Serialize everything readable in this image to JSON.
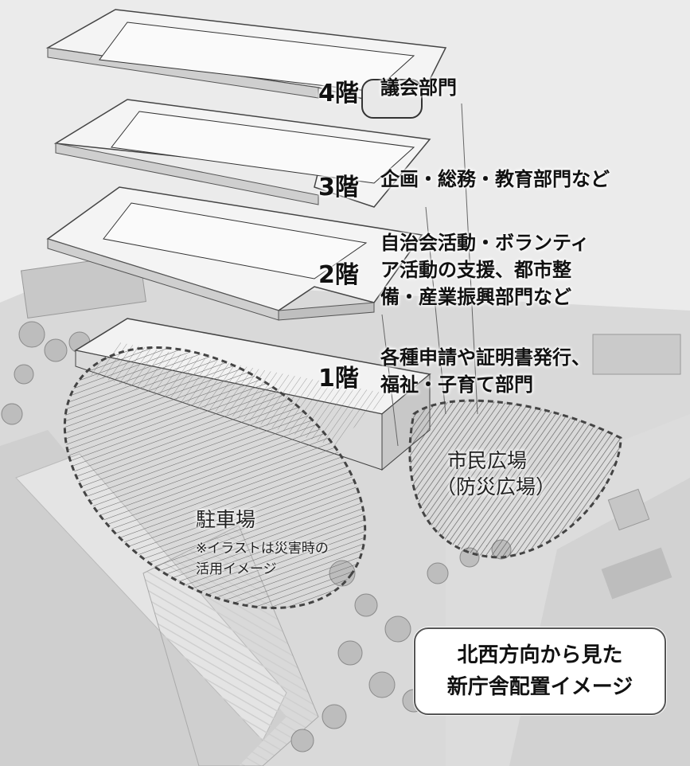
{
  "floors": [
    {
      "level": "4階",
      "description_lines": [
        "議会部門"
      ]
    },
    {
      "level": "3階",
      "description_lines": [
        "企画・総務・教育部門など"
      ]
    },
    {
      "level": "2階",
      "description_lines": [
        "自治会活動・ボランティ",
        "ア活動の支援、都市整",
        "備・産業振興部門など"
      ]
    },
    {
      "level": "1階",
      "description_lines": [
        "各種申請や証明書発行、",
        "福祉・子育て部門"
      ]
    }
  ],
  "zones": {
    "plaza": {
      "line1": "市民広場",
      "line2": "（防災広場）"
    },
    "parking": {
      "label": "駐車場",
      "note_line1": "※イラストは災害時の",
      "note_line2": "活用イメージ"
    }
  },
  "title_box": {
    "line1": "北西方向から見た",
    "line2": "新庁舎配置イメージ"
  },
  "colors": {
    "background": "#e9e9e9",
    "text": "#111111",
    "floor_slab": "#f4f4f4",
    "outline": "#444444"
  }
}
